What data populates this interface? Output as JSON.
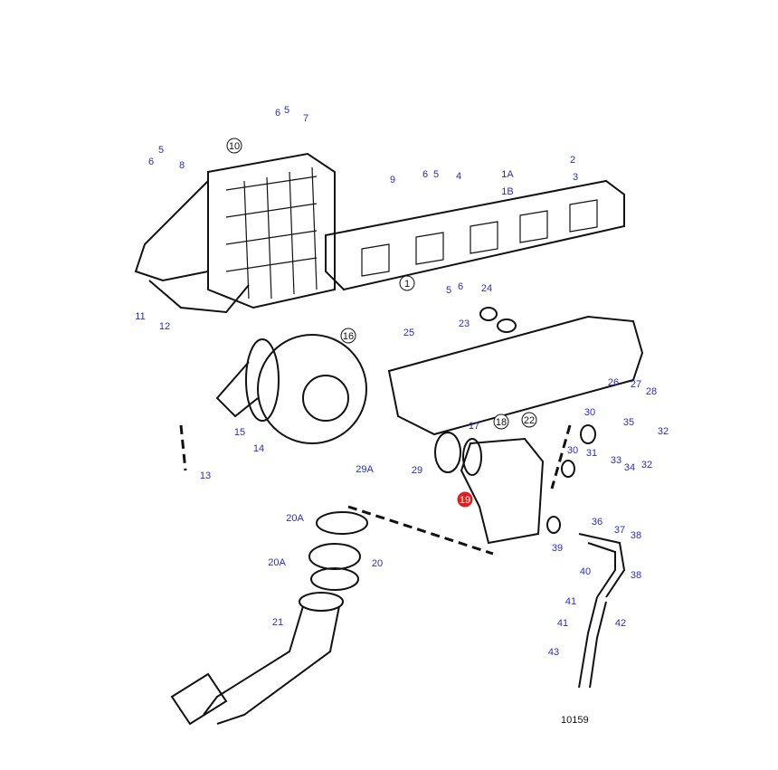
{
  "diagram": {
    "reference_number": "10159",
    "highlight_color": "#e02020",
    "label_color": "#2a2ad0",
    "labels": [
      {
        "text": "6",
        "style": "plain"
      },
      {
        "text": "5",
        "style": "plain"
      },
      {
        "text": "7",
        "style": "plain"
      },
      {
        "text": "10",
        "style": "circled"
      },
      {
        "text": "5",
        "style": "plain"
      },
      {
        "text": "6",
        "style": "plain"
      },
      {
        "text": "8",
        "style": "plain"
      },
      {
        "text": "9",
        "style": "plain"
      },
      {
        "text": "6",
        "style": "plain"
      },
      {
        "text": "5",
        "style": "plain"
      },
      {
        "text": "4",
        "style": "plain"
      },
      {
        "text": "1A",
        "style": "plain"
      },
      {
        "text": "1B",
        "style": "plain"
      },
      {
        "text": "2",
        "style": "plain"
      },
      {
        "text": "3",
        "style": "plain"
      },
      {
        "text": "5",
        "style": "plain"
      },
      {
        "text": "6",
        "style": "plain"
      },
      {
        "text": "1",
        "style": "circled"
      },
      {
        "text": "11",
        "style": "plain"
      },
      {
        "text": "12",
        "style": "plain"
      },
      {
        "text": "24",
        "style": "plain"
      },
      {
        "text": "23",
        "style": "plain"
      },
      {
        "text": "16",
        "style": "circled"
      },
      {
        "text": "25",
        "style": "plain"
      },
      {
        "text": "26",
        "style": "plain"
      },
      {
        "text": "27",
        "style": "plain"
      },
      {
        "text": "28",
        "style": "plain"
      },
      {
        "text": "22",
        "style": "circled"
      },
      {
        "text": "17",
        "style": "plain"
      },
      {
        "text": "18",
        "style": "circled"
      },
      {
        "text": "30",
        "style": "plain"
      },
      {
        "text": "35",
        "style": "plain"
      },
      {
        "text": "32",
        "style": "plain"
      },
      {
        "text": "15",
        "style": "plain"
      },
      {
        "text": "14",
        "style": "plain"
      },
      {
        "text": "13",
        "style": "plain"
      },
      {
        "text": "29A",
        "style": "plain"
      },
      {
        "text": "29",
        "style": "plain"
      },
      {
        "text": "19",
        "style": "highlighted"
      },
      {
        "text": "30",
        "style": "plain"
      },
      {
        "text": "31",
        "style": "plain"
      },
      {
        "text": "33",
        "style": "plain"
      },
      {
        "text": "32",
        "style": "plain"
      },
      {
        "text": "34",
        "style": "plain"
      },
      {
        "text": "36",
        "style": "plain"
      },
      {
        "text": "37",
        "style": "plain"
      },
      {
        "text": "38",
        "style": "plain"
      },
      {
        "text": "39",
        "style": "plain"
      },
      {
        "text": "20A",
        "style": "plain"
      },
      {
        "text": "20A",
        "style": "plain"
      },
      {
        "text": "20",
        "style": "plain"
      },
      {
        "text": "40",
        "style": "plain"
      },
      {
        "text": "38",
        "style": "plain"
      },
      {
        "text": "41",
        "style": "plain"
      },
      {
        "text": "41",
        "style": "plain"
      },
      {
        "text": "42",
        "style": "plain"
      },
      {
        "text": "21",
        "style": "plain"
      },
      {
        "text": "43",
        "style": "plain"
      }
    ]
  }
}
